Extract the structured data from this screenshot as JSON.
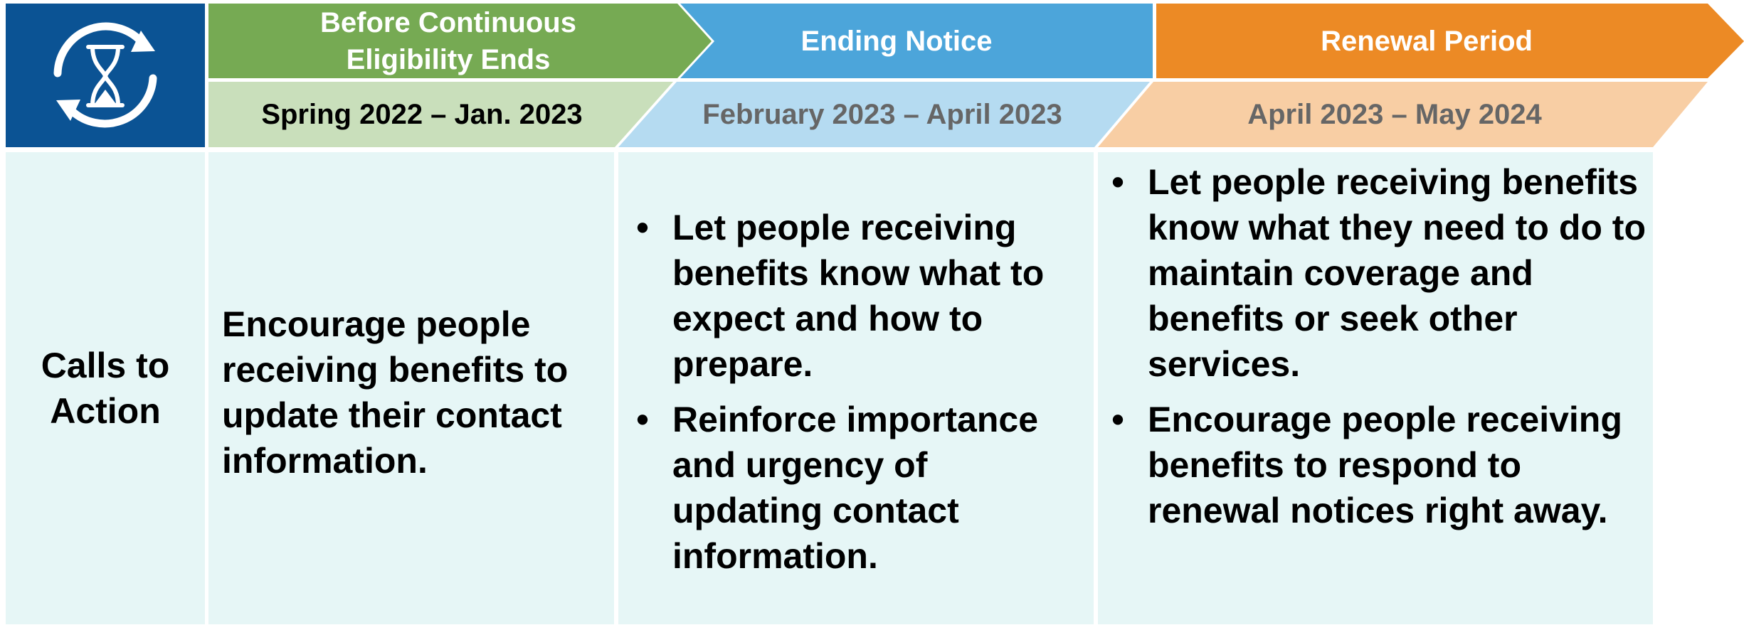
{
  "colors": {
    "icon_bg": "#0b5394",
    "phase1": "#76aa53",
    "phase1_date_bg": "#c9dfbb",
    "phase2": "#4ca5da",
    "phase2_date_bg": "#b5dbf1",
    "phase3": "#ec8a25",
    "phase3_date_bg": "#f8cea4",
    "content_bg": "#e6f6f6",
    "date_text_dark": "#000000",
    "date_text_gray": "#666666"
  },
  "icon": {
    "name": "hourglass-renewal-icon"
  },
  "phases": [
    {
      "title": "Before Continuous Eligibility Ends",
      "dates": "Spring 2022 – Jan. 2023",
      "body": "Encourage people receiving benefits to update their contact information."
    },
    {
      "title": "Ending Notice",
      "dates": "February 2023 – April 2023",
      "bullets": [
        "Let people receiving benefits know what to expect and how to prepare.",
        "Reinforce importance and urgency of updating contact information."
      ]
    },
    {
      "title": "Renewal Period",
      "dates": "April 2023 – May 2024",
      "bullets": [
        "Let people receiving benefits know what they need to do to maintain coverage and benefits or seek other services.",
        "Encourage people receiving benefits to respond to renewal notices right away."
      ]
    }
  ],
  "row_label": "Calls to Action",
  "bullet_char": "•"
}
